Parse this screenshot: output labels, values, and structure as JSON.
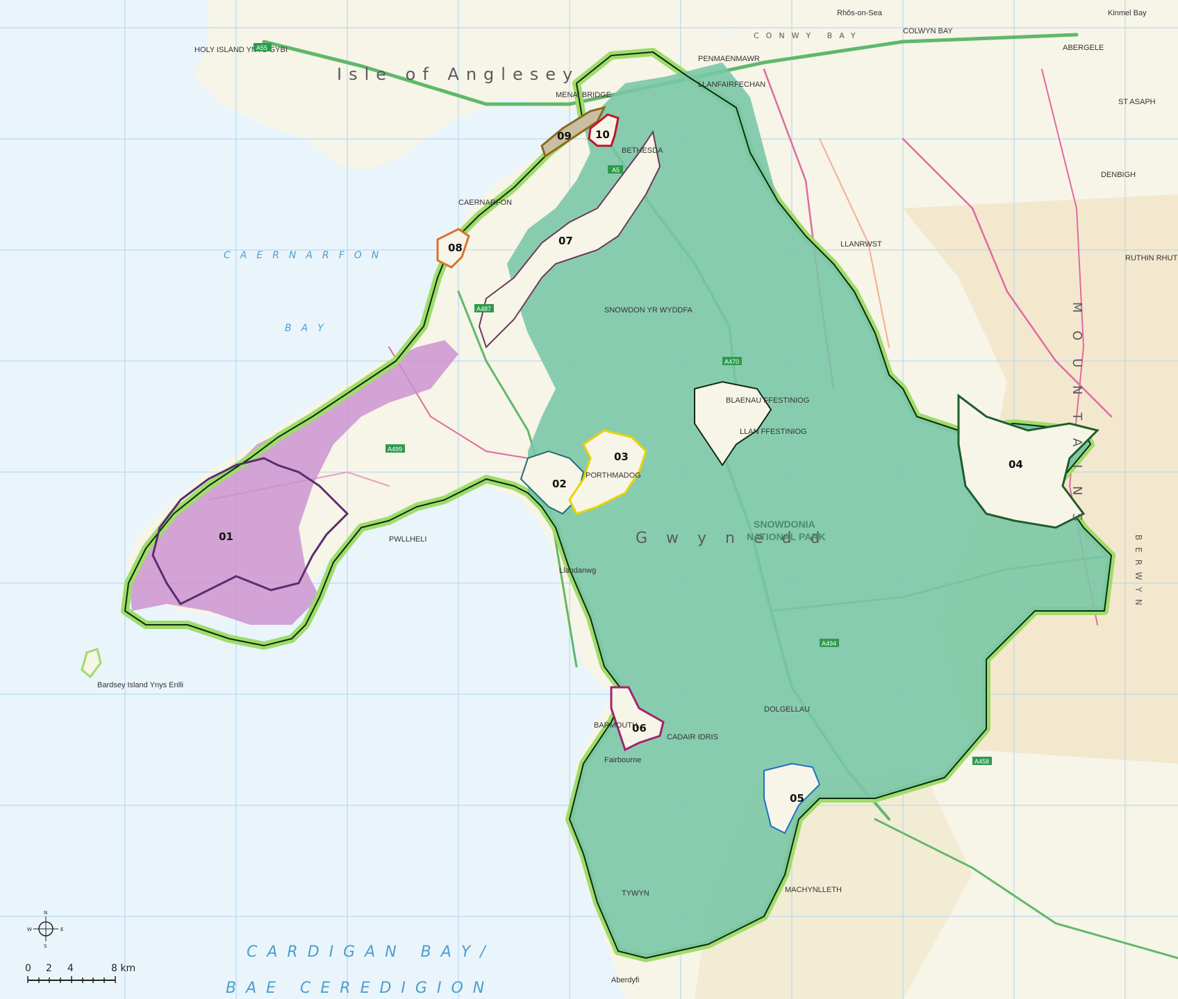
{
  "labels": {
    "anglesey": "Isle of Anglesey",
    "caernarfon_bay_1": "CAERNARFON",
    "caernarfon_bay_2": "BAY",
    "cardigan_bay_1": "CARDIGAN BAY/",
    "cardigan_bay_2": "BAE CEREDIGION",
    "gwynedd": "G  w  y  n  e  d  d",
    "mountains": "M O U N T A I N S",
    "berwyn": "BERWYN",
    "snowdonia_1": "SNOWDONIA",
    "snowdonia_2": "NATIONAL PARK",
    "conwy_bay": "CONWY BAY"
  },
  "areas": [
    {
      "id": "01",
      "color": "#5a2d6e"
    },
    {
      "id": "02",
      "color": "#1f6f75"
    },
    {
      "id": "03",
      "color": "#e6d400"
    },
    {
      "id": "04",
      "color": "#1d5e2a"
    },
    {
      "id": "05",
      "color": "#1f6fc0"
    },
    {
      "id": "06",
      "color": "#a0246e"
    },
    {
      "id": "07",
      "color": "#6a3a5c"
    },
    {
      "id": "08",
      "color": "#d9722a"
    },
    {
      "id": "09",
      "color": "#8a6a1e"
    },
    {
      "id": "10",
      "color": "#c0142a"
    }
  ],
  "towns": {
    "colwyn_bay": "COLWYN BAY",
    "abergele": "ABERGELE",
    "kinmel_bay": "Kinmel Bay",
    "rhos_on_sea": "Rhôs-on-Sea",
    "st_asaph": "ST ASAPH",
    "denbigh": "DENBIGH",
    "ruthin": "RUTHIN RHUTHUN",
    "llanrwst": "LLANRWST",
    "bethesda": "BETHESDA",
    "menai_bridge": "MENAI BRIDGE",
    "caernarfon": "CAERNARFON",
    "penmaenmawr": "PENMAENMAWR",
    "llanfairfechan": "LLANFAIRFECHAN",
    "porthmadog": "PORTHMADOG",
    "pwllheli": "PWLLHELI",
    "barmouth": "BARMOUTH",
    "fairbourne": "Fairbourne",
    "tywyn": "TYWYN",
    "machynlleth": "MACHYNLLETH",
    "blaenau": "BLAENAU FFESTINIOG",
    "llan_ffestiniog": "LLAN FFESTINIOG",
    "dolgellau": "DOLGELLAU",
    "cadair_idris": "CADAIR IDRIS",
    "snowdon": "SNOWDON YR WYDDFA",
    "bardsey": "Bardsey Island Ynys Enlli",
    "holy_island": "HOLY ISLAND YNYS GYBI",
    "llandanwg": "Llandanwg",
    "aberdyfi": "Aberdyfi"
  },
  "roads": [
    "A55",
    "A5",
    "A470",
    "A487",
    "A494",
    "A458",
    "A499"
  ],
  "compass": {
    "n": "N",
    "s": "S",
    "e": "E",
    "w": "W"
  },
  "scale": {
    "t0": "0",
    "t2": "2",
    "t4": "4",
    "t8": "8 km"
  },
  "colors": {
    "sea": "#eaf4fb",
    "land": "#f7f4e8",
    "national_park": "#79c6a6",
    "aonb": "#c98fd0",
    "gwynedd_border": "#0e2a12",
    "gwynedd_glow": "#9fdc6a",
    "grid": "#a9d6ef"
  }
}
